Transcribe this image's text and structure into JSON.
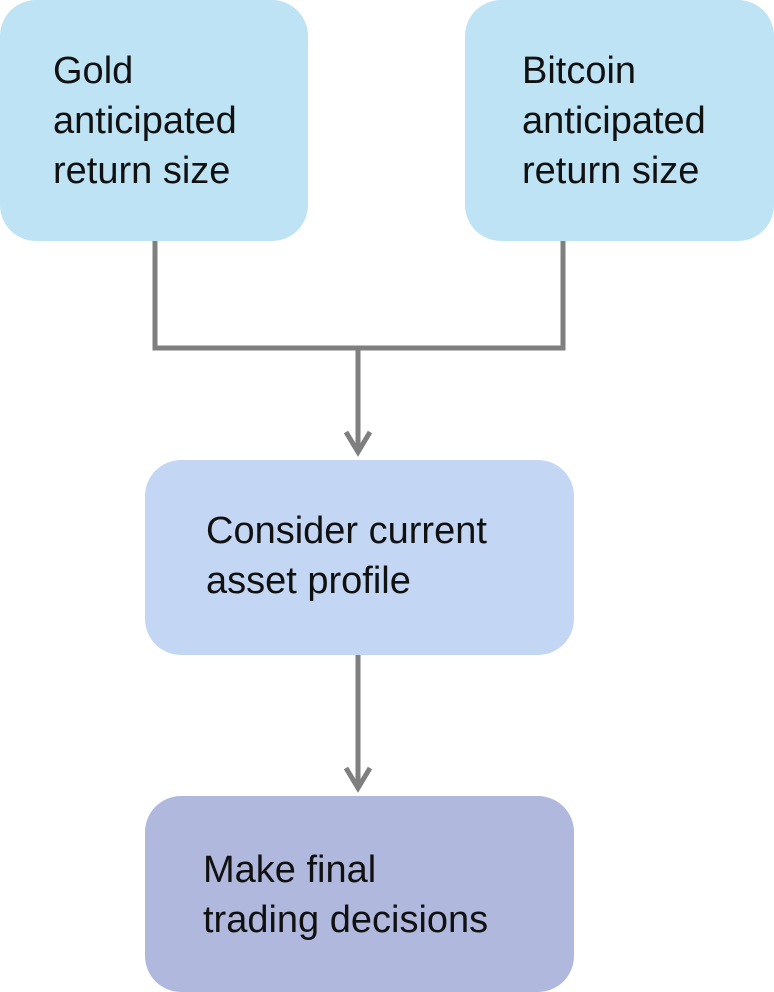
{
  "nodes": {
    "gold_return": {
      "label": "Gold\nanticipated\nreturn size"
    },
    "bitcoin_return": {
      "label": "Bitcoin\nanticipated\nreturn size"
    },
    "consider_profile": {
      "label": "Consider current\nasset profile"
    },
    "final_decisions": {
      "label": "Make final\ntrading decisions"
    }
  },
  "edges": [
    {
      "from": "gold_return",
      "to": "consider_profile"
    },
    {
      "from": "bitcoin_return",
      "to": "consider_profile"
    },
    {
      "from": "consider_profile",
      "to": "final_decisions"
    }
  ],
  "colors": {
    "input_node": "#bee3f5",
    "middle_node": "#c3d6f4",
    "output_node": "#b0b9dd",
    "connector": "#7f7f7f"
  }
}
